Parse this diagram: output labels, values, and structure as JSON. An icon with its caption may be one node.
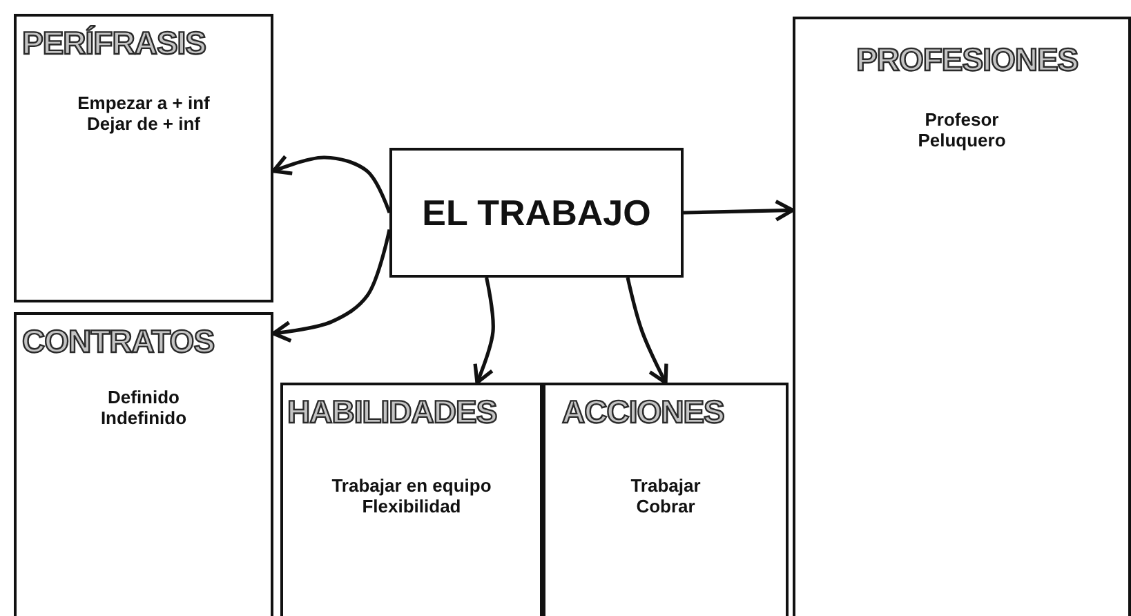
{
  "diagram": {
    "nodes": [
      {
        "text": [
          "PERÍFRASIS",
          "Empezar a + inf",
          "Dejar de + inf"
        ]
      },
      {
        "text": [
          "PROFESIONES",
          "Profesor",
          "Peluquero"
        ]
      },
      {
        "text": [
          "EL TRABAJO"
        ]
      },
      {
        "text": [
          "CONTRATOS",
          "Definido",
          "Indefinido"
        ]
      },
      {
        "text": [
          "HABILIDADES",
          "Trabajar en equipo",
          "Flexibilidad"
        ]
      },
      {
        "text": [
          "ACCIONES",
          "Trabajar",
          "Cobrar"
        ]
      }
    ],
    "edges": [
      {
        "from": 2,
        "to": 0,
        "arrow": "to"
      },
      {
        "from": 2,
        "to": 1,
        "arrow": "to"
      },
      {
        "from": 2,
        "to": 3,
        "arrow": "to"
      },
      {
        "from": 2,
        "to": 4,
        "arrow": "to"
      },
      {
        "from": 2,
        "to": 5,
        "arrow": "to"
      }
    ]
  }
}
